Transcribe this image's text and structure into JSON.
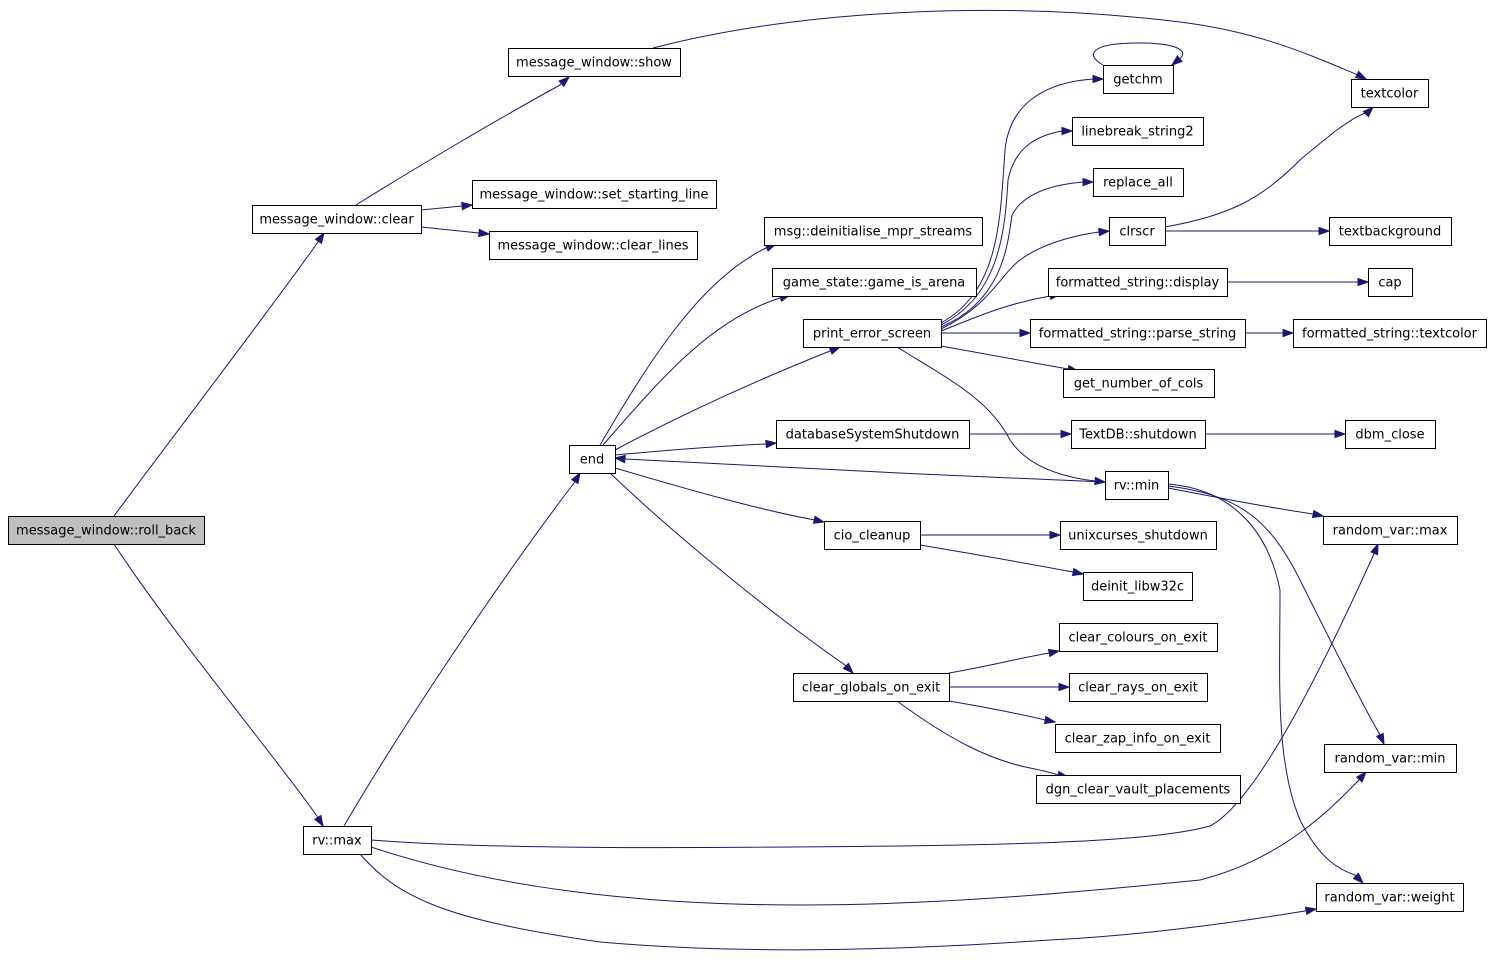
{
  "diagram": {
    "type": "call-graph",
    "root": "message_window::roll_back",
    "colors": {
      "edge": "#191970",
      "root_fill": "#bfbfbf",
      "node_fill": "#ffffff",
      "node_border": "#000000"
    },
    "nodes": {
      "roll_back": "message_window::roll_back",
      "mw_clear": "message_window::clear",
      "mw_show": "message_window::show",
      "mw_set_starting_line": "message_window::set_starting_line",
      "mw_clear_lines": "message_window::clear_lines",
      "rv_max": "rv::max",
      "end": "end",
      "msg_deinit": "msg::deinitialise_mpr_streams",
      "game_is_arena": "game_state::game_is_arena",
      "print_error_screen": "print_error_screen",
      "db_shutdown": "databaseSystemShutdown",
      "cio_cleanup": "cio_cleanup",
      "clear_globals": "clear_globals_on_exit",
      "getchm": "getchm",
      "linebreak": "linebreak_string2",
      "replace_all": "replace_all",
      "clrscr": "clrscr",
      "fs_display": "formatted_string::display",
      "fs_parse": "formatted_string::parse_string",
      "get_cols": "get_number_of_cols",
      "textdb_shutdown": "TextDB::shutdown",
      "rv_min": "rv::min",
      "unixcurses": "unixcurses_shutdown",
      "deinit_libw32c": "deinit_libw32c",
      "clear_colours": "clear_colours_on_exit",
      "clear_rays": "clear_rays_on_exit",
      "clear_zap": "clear_zap_info_on_exit",
      "dgn_clear": "dgn_clear_vault_placements",
      "textcolor": "textcolor",
      "textbackground": "textbackground",
      "cap": "cap",
      "fs_textcolor": "formatted_string::textcolor",
      "dbm_close": "dbm_close",
      "rvar_max": "random_var::max",
      "rvar_min": "random_var::min",
      "rvar_weight": "random_var::weight"
    },
    "edges": [
      [
        "roll_back",
        "mw_clear"
      ],
      [
        "roll_back",
        "rv_max"
      ],
      [
        "mw_clear",
        "mw_show"
      ],
      [
        "mw_clear",
        "mw_set_starting_line"
      ],
      [
        "mw_clear",
        "mw_clear_lines"
      ],
      [
        "mw_show",
        "textcolor"
      ],
      [
        "rv_max",
        "end"
      ],
      [
        "rv_max",
        "rvar_max"
      ],
      [
        "rv_max",
        "rvar_min"
      ],
      [
        "rv_max",
        "rvar_weight"
      ],
      [
        "end",
        "msg_deinit"
      ],
      [
        "end",
        "game_is_arena"
      ],
      [
        "end",
        "print_error_screen"
      ],
      [
        "end",
        "db_shutdown"
      ],
      [
        "end",
        "rv_min"
      ],
      [
        "end",
        "cio_cleanup"
      ],
      [
        "end",
        "clear_globals"
      ],
      [
        "print_error_screen",
        "getchm"
      ],
      [
        "print_error_screen",
        "linebreak"
      ],
      [
        "print_error_screen",
        "replace_all"
      ],
      [
        "print_error_screen",
        "clrscr"
      ],
      [
        "print_error_screen",
        "fs_display"
      ],
      [
        "print_error_screen",
        "fs_parse"
      ],
      [
        "print_error_screen",
        "get_cols"
      ],
      [
        "print_error_screen",
        "rv_min"
      ],
      [
        "getchm",
        "getchm"
      ],
      [
        "clrscr",
        "textcolor"
      ],
      [
        "clrscr",
        "textbackground"
      ],
      [
        "fs_display",
        "cap"
      ],
      [
        "fs_parse",
        "fs_textcolor"
      ],
      [
        "db_shutdown",
        "textdb_shutdown"
      ],
      [
        "textdb_shutdown",
        "dbm_close"
      ],
      [
        "rv_min",
        "end"
      ],
      [
        "rv_min",
        "rvar_max"
      ],
      [
        "rv_min",
        "rvar_min"
      ],
      [
        "rv_min",
        "rvar_weight"
      ],
      [
        "cio_cleanup",
        "unixcurses"
      ],
      [
        "cio_cleanup",
        "deinit_libw32c"
      ],
      [
        "clear_globals",
        "clear_colours"
      ],
      [
        "clear_globals",
        "clear_rays"
      ],
      [
        "clear_globals",
        "clear_zap"
      ],
      [
        "clear_globals",
        "dgn_clear"
      ]
    ]
  }
}
